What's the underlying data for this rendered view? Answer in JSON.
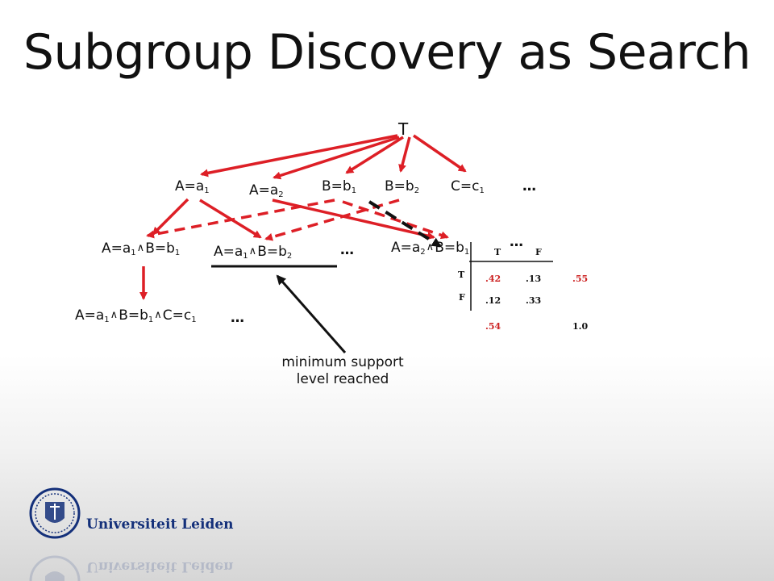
{
  "title": "Subgroup Discovery as Search",
  "root": "T",
  "level1": {
    "a1": {
      "a": "A=a",
      "s": "1"
    },
    "a2": {
      "a": "A=a",
      "s": "2"
    },
    "b1": {
      "a": "B=b",
      "s": "1"
    },
    "b2": {
      "a": "B=b",
      "s": "2"
    },
    "c1": {
      "a": "C=c",
      "s": "1"
    },
    "more": "…"
  },
  "level2": {
    "n1": {
      "p1": "A=a",
      "s1": "1",
      "p2": "B=b",
      "s2": "1"
    },
    "n2": {
      "p1": "A=a",
      "s1": "1",
      "p2": "B=b",
      "s2": "2"
    },
    "n3": {
      "p1": "A=a",
      "s1": "2",
      "p2": "B=b",
      "s2": "1"
    },
    "more1": "…",
    "more2": "…"
  },
  "level3": {
    "n1": {
      "p1": "A=a",
      "s1": "1",
      "p2": "B=b",
      "s2": "1",
      "p3": "C=c",
      "s3": "1"
    },
    "more": "…"
  },
  "annotation": {
    "line1": "minimum support",
    "line2": "level reached"
  },
  "contingency": {
    "col_headers": [
      "T",
      "F"
    ],
    "row_headers": [
      "T",
      "F"
    ],
    "cells": [
      [
        ".42",
        ".13"
      ],
      [
        ".12",
        ".33"
      ]
    ],
    "row_total": ".55",
    "col_total": ".54",
    "grand_total": "1.0"
  },
  "logo": {
    "text": "Universiteit Leiden"
  },
  "colors": {
    "edge": "#dd1f26",
    "dashed_black": "#111111",
    "logo": "#14307a"
  }
}
